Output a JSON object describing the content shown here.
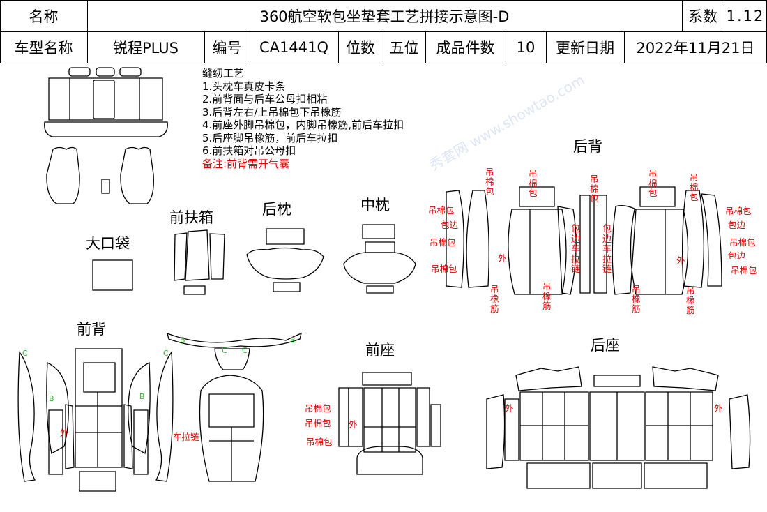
{
  "header": {
    "name_label": "名称",
    "title": "360航空软包坐垫套工艺拼接示意图-D",
    "coef_label": "系数",
    "coef_value": "1.12",
    "model_label": "车型名称",
    "model_value": "锐程PLUS",
    "code_label": "编号",
    "code_value": "CA1441Q",
    "seats_label": "位数",
    "seats_value": "五位",
    "pieces_label": "成品件数",
    "pieces_value": "10",
    "date_label": "更新日期",
    "date_value": "2022年11月21日"
  },
  "notes": {
    "title": "缝纫工艺",
    "items": [
      "1.头枕车真皮卡条",
      "2.前背面与后车公母扣相粘",
      "3.后背左右/上吊棉包下吊橡筋",
      "4.前座外脚吊棉包，内脚吊橡筋,前后车拉扣",
      "5.后座脚吊橡筋，前后车拉扣",
      "6.前扶箱对吊公母扣"
    ],
    "remark": "备注:前背需开气囊"
  },
  "sections": {
    "front_armrest": "前扶箱",
    "rear_pillow": "后枕",
    "middle_pillow": "中枕",
    "rear_back": "后背",
    "big_pocket": "大口袋",
    "front_back": "前背",
    "front_seat": "前座",
    "rear_seat": "后座"
  },
  "annotations": {
    "hang_cotton": "吊棉包",
    "hang_cotton_v": "吊\n棉\n包",
    "hem": "包边",
    "outer": "外",
    "rubber_v": "吊\n橡\n筋",
    "zipper_v": "包\n边\n车\n拉\n链",
    "zipper": "车拉链",
    "mark_b": "B",
    "mark_c": "C"
  },
  "watermark": "秀套网 www.showtao.com"
}
